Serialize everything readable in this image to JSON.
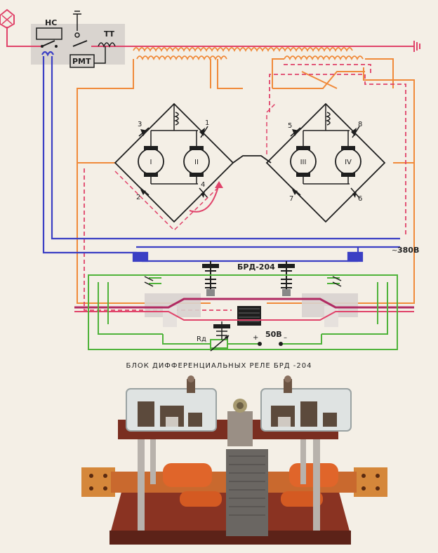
{
  "labels": {
    "hs": "НС",
    "tt": "ТТ",
    "rmt": "РМТ",
    "brd": "БРД-204",
    "v380": "380В",
    "tilde": "~",
    "v50": "50В",
    "plus": "+",
    "minus": "–",
    "rd": "Rд",
    "diodes": [
      "1",
      "2",
      "3",
      "4",
      "5",
      "6",
      "7",
      "8"
    ],
    "motors": [
      "I",
      "II",
      "III",
      "IV"
    ]
  },
  "caption": "БЛОК ДИФФЕРЕНЦИАЛЬНЫХ РЕЛЕ БРД -204",
  "colors": {
    "background": "#f4efe6",
    "red_line": "#e0436a",
    "orange_line": "#f08a3a",
    "blue_line": "#3b3fc4",
    "green_line": "#4fb33a",
    "magenta_bus": "#b02a62",
    "black_line": "#1e1e1e",
    "gray_panel": "#cfcac6",
    "copper": "#c9692e",
    "wood": "#7a2e20"
  }
}
